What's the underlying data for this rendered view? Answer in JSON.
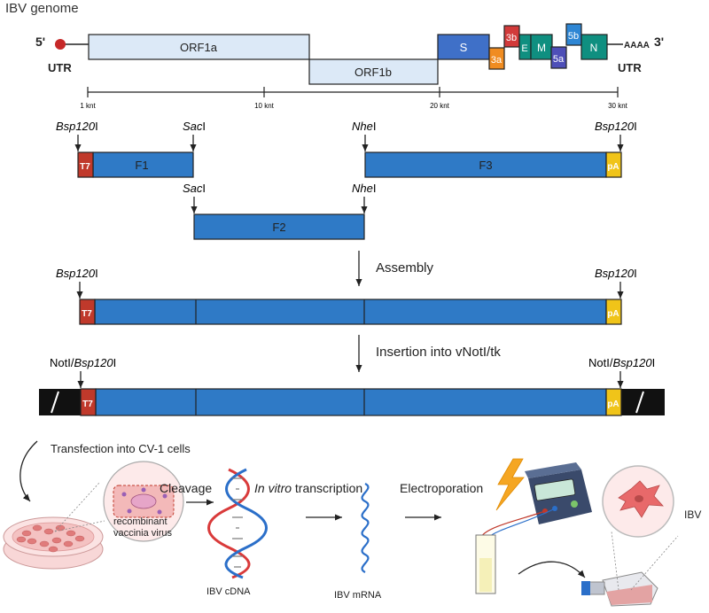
{
  "genome": {
    "title": "IBV genome",
    "five_prime": "5'",
    "three_prime": "3'",
    "utr_left": "UTR",
    "utr_right": "UTR",
    "polya": "AAAA",
    "genes": {
      "orf1a": "ORF1a",
      "orf1b": "ORF1b",
      "s": "S",
      "g3a": "3a",
      "g3b": "3b",
      "e": "E",
      "m": "M",
      "g5a": "5a",
      "g5b": "5b",
      "n": "N"
    },
    "ticks": [
      "1 knt",
      "10 knt",
      "20 knt",
      "30 knt"
    ]
  },
  "sites": {
    "bsp_italic": "Bsp120",
    "bsp_suffix": "I",
    "sac_italic": "Sac",
    "sac_suffix": "I",
    "nhe_italic": "Nhe",
    "nhe_suffix": "I",
    "not_prefix": "NotI/"
  },
  "fragments": {
    "f1": "F1",
    "f2": "F2",
    "f3": "F3",
    "t7": "T7",
    "pa": "pA"
  },
  "steps": {
    "assembly": "Assembly",
    "insertion": "Insertion into vNotI/tk",
    "transfection": "Transfection into CV-1 cells",
    "cleavage": "Cleavage",
    "in_vitro": "In vitro",
    "transcription": " transcription",
    "electroporation": "Electroporation"
  },
  "labels": {
    "recombinant_1": "recombinant",
    "recombinant_2": "vaccinia virus",
    "ibv_cdna": "IBV cDNA",
    "ibv_mrna": "IBV mRNA",
    "ibv": "IBV"
  },
  "colors": {
    "fragment_blue": "#2f7ac6",
    "t7_red": "#c0392b",
    "pa_yellow": "#f0c419",
    "orf_light": "#dce9f7",
    "s_blue": "#3f70c8",
    "orange_3a": "#f08c21",
    "red_3b": "#d23a3a",
    "teal": "#0f8f80",
    "purple_5a": "#4e4fb8",
    "blue_5b": "#2e86d4"
  }
}
